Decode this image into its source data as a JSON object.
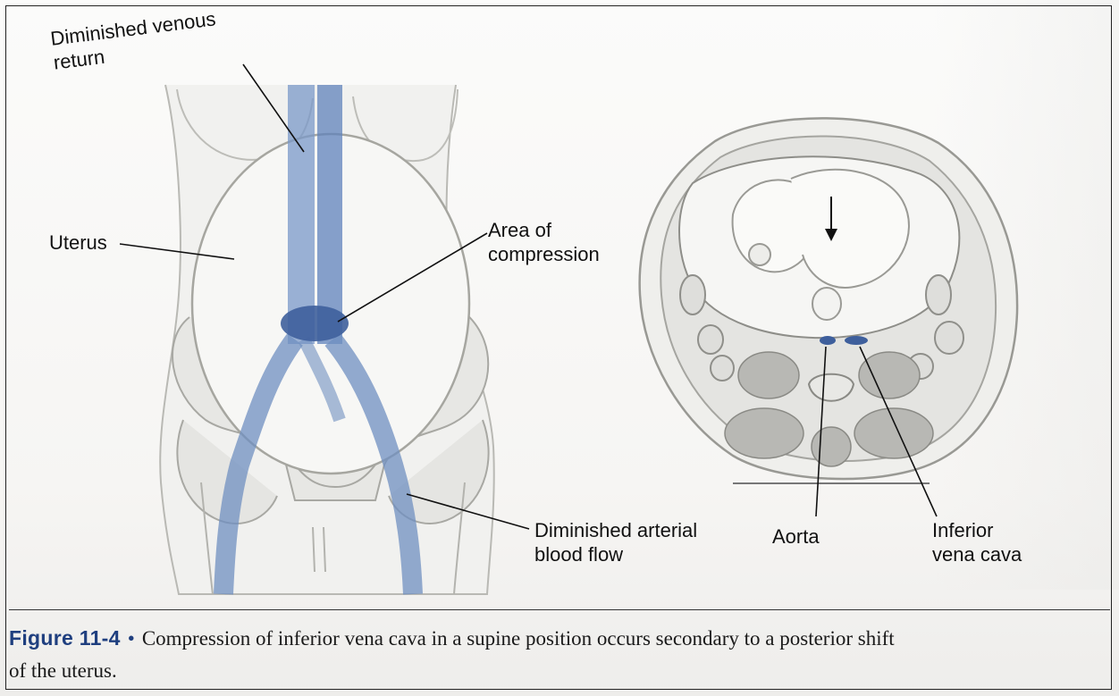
{
  "figure": {
    "labels": {
      "venous_return": "Diminished venous\nreturn",
      "uterus": "Uterus",
      "compression": "Area of\ncompression",
      "arterial_flow": "Diminished arterial\nblood flow",
      "aorta": "Aorta",
      "ivc": "Inferior\nvena cava"
    }
  },
  "caption": {
    "figure_number": "Figure 11-4",
    "bullet": "•",
    "text_line1": "Compression of inferior vena cava in a supine position occurs secondary to a posterior shift",
    "text_line2": "of the uterus."
  },
  "colors": {
    "vessel_blue": "#6f8fc0",
    "vessel_dark": "#3e5f9c",
    "caption_blue": "#1f3f7f"
  }
}
